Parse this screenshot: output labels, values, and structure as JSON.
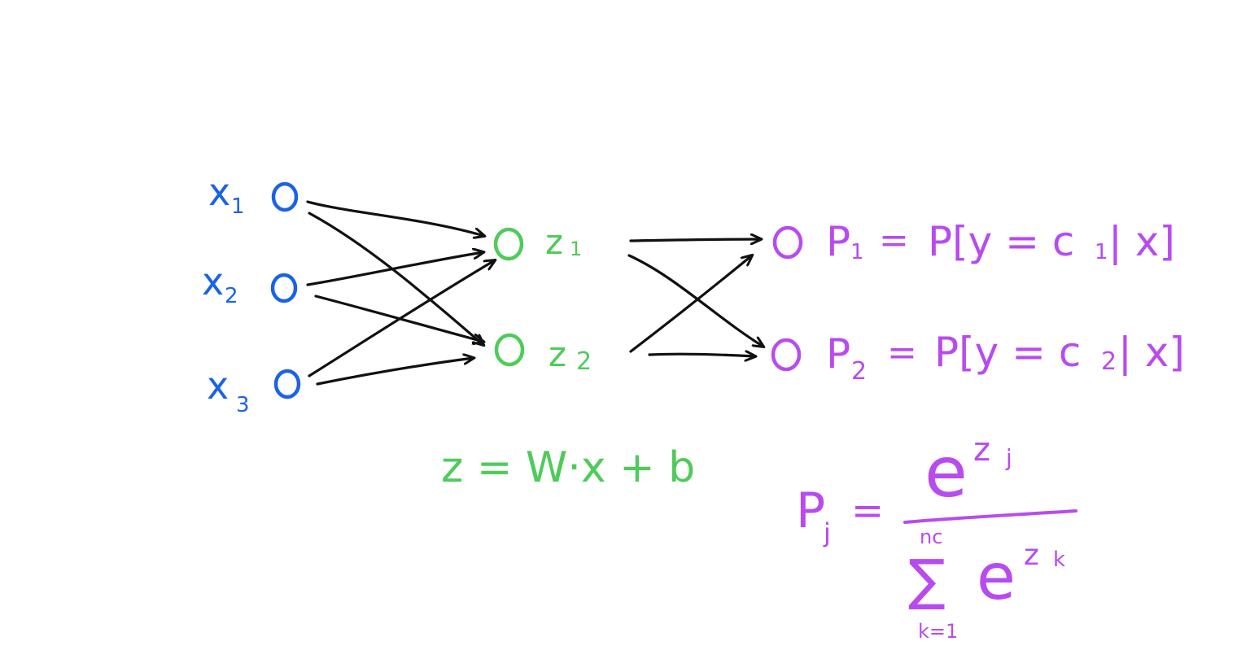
{
  "colors": {
    "input": "#1a63e6",
    "hidden": "#4fcb5a",
    "output": "#b84bf0",
    "edge": "#111111"
  },
  "inputs": {
    "x1": {
      "base": "x",
      "sub": "1"
    },
    "x2": {
      "base": "x",
      "sub": "2"
    },
    "x3": {
      "base": "x",
      "sub": "3"
    }
  },
  "hidden": {
    "z1": {
      "base": "z",
      "sub": "1"
    },
    "z2": {
      "base": "z",
      "sub": "2"
    }
  },
  "outputs": {
    "p1": {
      "lhs_base": "P",
      "lhs_sub": "1",
      "eq": "=",
      "rhs_open": "P[y = c",
      "rhs_sub": "1",
      "rhs_close": "| x]"
    },
    "p2": {
      "lhs_base": "P",
      "lhs_sub": "2",
      "eq": "=",
      "rhs_open": "P[y = c",
      "rhs_sub": "2",
      "rhs_close": "| x]"
    }
  },
  "linear_formula": "z = W·x + b",
  "softmax": {
    "lhs_base": "P",
    "lhs_sub": "j",
    "eq": "=",
    "num_base": "e",
    "num_exp_base": "z",
    "num_exp_sub": "j",
    "sum_upper": "nc",
    "sum_lower": "k=1",
    "den_base": "e",
    "den_exp_base": "z",
    "den_exp_sub": "k"
  }
}
